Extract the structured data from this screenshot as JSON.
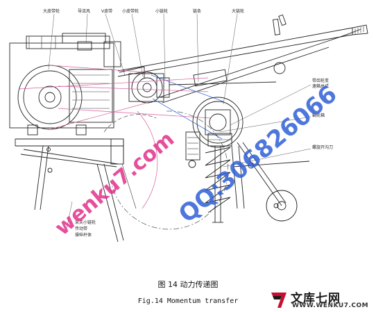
{
  "figure": {
    "labels": [
      "大皮带轮",
      "导流风",
      "V皮带",
      "小皮带轮",
      "小链轮",
      "链条",
      "大链轮",
      "带齿轮变",
      "速箱总成",
      "蜗轮箱",
      "螺旋开沟刀",
      "采夫小链轮",
      "传动带",
      "操纵杆体"
    ],
    "caption_cn": "图 14 动力传递图",
    "caption_en": "Fig.14 Momentum transfer"
  },
  "watermarks": {
    "site": "wenku7.com",
    "qq": "QQ:306826066"
  },
  "logo": {
    "name": "文库七网",
    "url": "WWW.WENKU7.COM"
  },
  "colors": {
    "pink": "#e0308a",
    "blue": "#2f5fd6",
    "red": "#c8102e"
  }
}
